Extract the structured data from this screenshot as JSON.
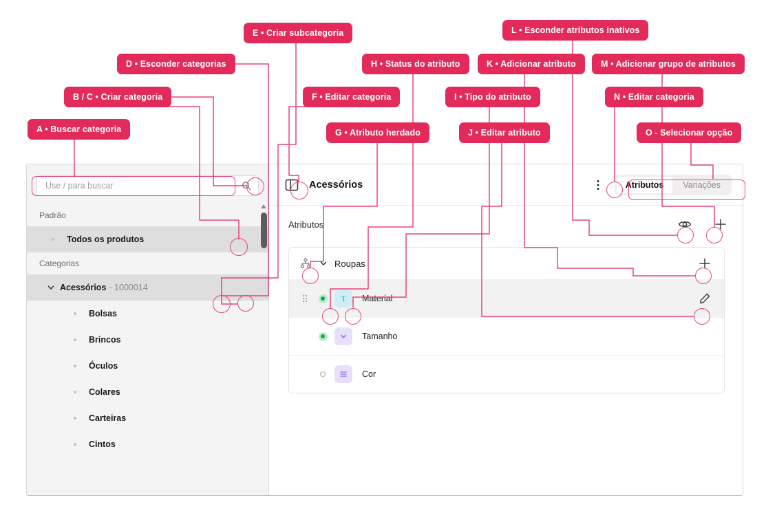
{
  "annotations": [
    {
      "id": "A",
      "label": "A • Buscar categoria"
    },
    {
      "id": "B",
      "label": "B / C • Criar categoria"
    },
    {
      "id": "D",
      "label": "D • Esconder categorias"
    },
    {
      "id": "E",
      "label": "E • Criar subcategoria"
    },
    {
      "id": "F",
      "label": "F • Editar categoria"
    },
    {
      "id": "G",
      "label": "G • Atributo herdado"
    },
    {
      "id": "H",
      "label": "H • Status do atributo"
    },
    {
      "id": "I",
      "label": "I • Tipo do atributo"
    },
    {
      "id": "J",
      "label": "J • Editar atributo"
    },
    {
      "id": "K",
      "label": "K • Adicionar atributo"
    },
    {
      "id": "L",
      "label": "L • Esconder atributos inativos"
    },
    {
      "id": "M",
      "label": "M • Adicionar grupo de atributos"
    },
    {
      "id": "N",
      "label": "N • Editar categoria"
    },
    {
      "id": "O",
      "label": "O - Selecionar opção"
    }
  ],
  "colors": {
    "badge_pink": "#E22A5B",
    "connector_pink": "#E8437A",
    "status_active": "#19A94B",
    "type_text_bg": "#CFEEF6",
    "type_select_bg": "#E7E0FA"
  },
  "sidebar": {
    "search": {
      "placeholder": "Use / para buscar",
      "value": "",
      "icon": "search-icon"
    },
    "add_category_icon": "plus-icon",
    "groups": [
      {
        "label": "Padrão",
        "items": [
          {
            "name": "Todos os produtos",
            "id": "",
            "selected": true
          }
        ]
      },
      {
        "label": "Categorias",
        "items": [
          {
            "name": "Acessórios",
            "id": "- 1000014",
            "selected": true,
            "expanded": true
          },
          {
            "name": "Bolsas",
            "id": ""
          },
          {
            "name": "Brincos",
            "id": ""
          },
          {
            "name": "Óculos",
            "id": ""
          },
          {
            "name": "Colares",
            "id": ""
          },
          {
            "name": "Carteiras",
            "id": ""
          },
          {
            "name": "Cintos",
            "id": ""
          }
        ]
      }
    ],
    "row_actions": {
      "add_icon": "plus-icon",
      "menu_icon": "kebab-menu-icon"
    }
  },
  "main": {
    "panel_toggle_icon": "sidebar-toggle-icon",
    "title": "Acessórios",
    "kebab_icon": "kebab-menu-icon",
    "tabs": [
      {
        "label": "Atributos",
        "active": true
      },
      {
        "label": "Variações",
        "active": false
      }
    ],
    "section_label": "Atributos",
    "section_actions": {
      "hide_inactive_icon": "eye-icon",
      "add_group_icon": "plus-icon"
    },
    "groups": [
      {
        "name": "Roupas",
        "inherited_icon": "inherited-icon",
        "chevron_icon": "chevron-down-icon",
        "add_icon": "plus-icon",
        "attributes": [
          {
            "name": "Material",
            "status": "active",
            "type_icon": "text-type-icon",
            "type_glyph": "T",
            "selected": true,
            "edit_icon": "pencil-icon"
          },
          {
            "name": "Tamanho",
            "status": "active",
            "type_icon": "select-type-icon",
            "type_glyph": "chevron",
            "selected": false
          },
          {
            "name": "Cor",
            "status": "inactive",
            "type_icon": "list-type-icon",
            "type_glyph": "list",
            "selected": false
          }
        ]
      }
    ]
  }
}
